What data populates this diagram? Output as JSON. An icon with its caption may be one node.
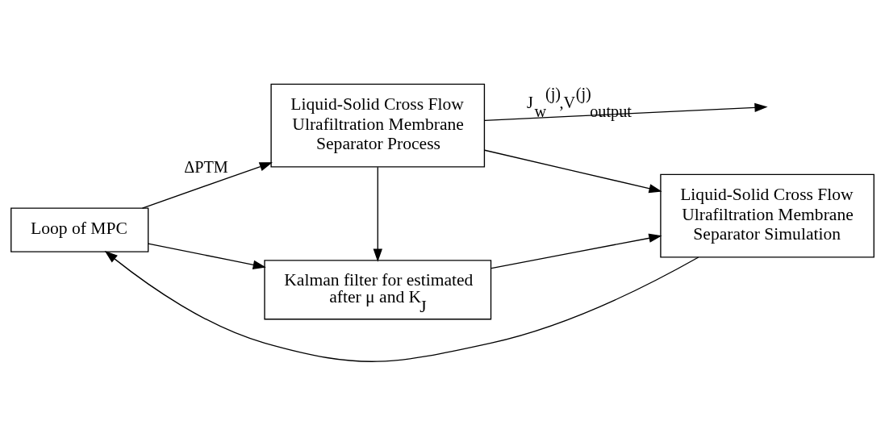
{
  "diagram": {
    "nodes": [
      {
        "text": [
          "Liquid-Solid Cross Flow Ulrafiltration Membrane Separator Process"
        ]
      },
      {
        "text": [
          "Kalman filter for estimated after μ and K$_{J}$"
        ]
      },
      {
        "text": [
          "Loop of MPC"
        ]
      },
      {
        "text": [
          "Liquid-Solid Cross Flow Ulrafiltration Membrane Separator Simulation"
        ]
      }
    ],
    "edges": [
      {
        "from": 2,
        "to": 0,
        "arrow": "to",
        "label": "ΔPTM"
      },
      {
        "from": 2,
        "to": 1,
        "arrow": "to"
      },
      {
        "from": 0,
        "to": null,
        "arrow": "to",
        "label": "J$_{w}$$^{(j)}$,V$^{(j)}$$_{output}$"
      },
      {
        "from": 0,
        "to": 1,
        "arrow": "to"
      },
      {
        "from": 0,
        "to": 3,
        "arrow": "to"
      },
      {
        "from": 1,
        "to": 3,
        "arrow": "to"
      },
      {
        "from": 3,
        "to": 2,
        "arrow": "to"
      }
    ]
  }
}
